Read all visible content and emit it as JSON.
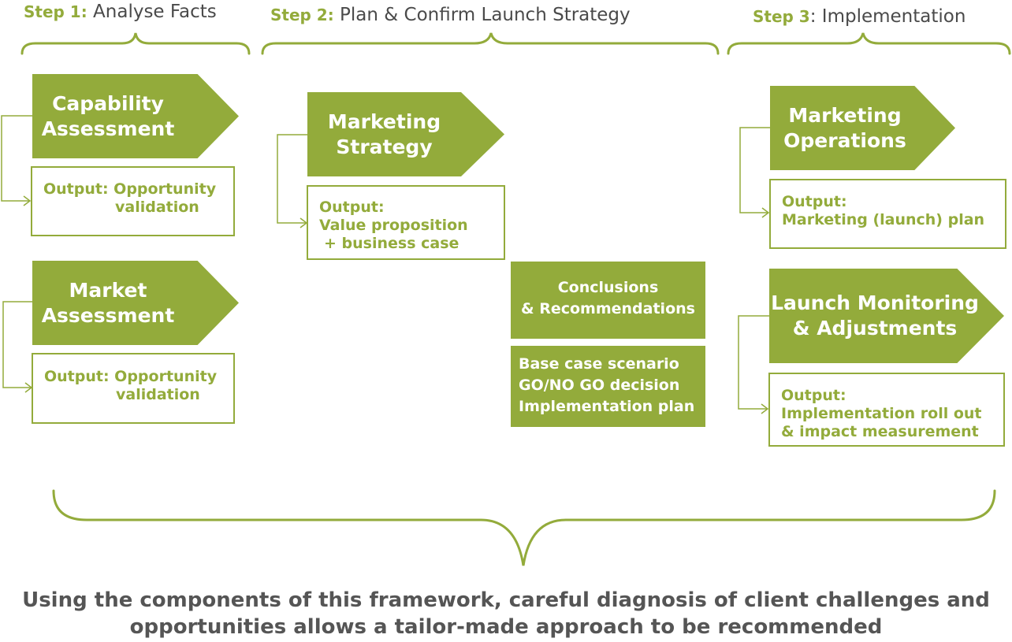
{
  "steps": [
    {
      "label": "Step 1:",
      "name": "Analyse Facts"
    },
    {
      "label": "Step 2:",
      "name": "Plan & Confirm Launch Strategy"
    },
    {
      "label": "Step 3",
      "name": ": Implementation"
    }
  ],
  "step1": {
    "capability": {
      "line1": "Capability",
      "line2": "Assessment"
    },
    "capability_output": {
      "line1": "Output: Opportunity",
      "line2": "validation"
    },
    "market": {
      "line1": "Market",
      "line2": "Assessment"
    },
    "market_output": {
      "line1": "Output: Opportunity",
      "line2": "validation"
    }
  },
  "step2": {
    "strategy": {
      "line1": "Marketing",
      "line2": "Strategy"
    },
    "strategy_output": {
      "line1": "Output:",
      "line2": "Value proposition",
      "line3": "+ business case"
    },
    "conclusions": {
      "line1": "Conclusions",
      "line2": "& Recommendations"
    },
    "decisions": {
      "line1": "Base case scenario",
      "line2": "GO/NO GO decision",
      "line3": "Implementation plan"
    }
  },
  "step3": {
    "operations": {
      "line1": "Marketing",
      "line2": "Operations"
    },
    "operations_output": {
      "line1": "Output:",
      "line2": "Marketing (launch) plan"
    },
    "monitoring": {
      "line1": "Launch Monitoring",
      "line2": "& Adjustments"
    },
    "monitoring_output": {
      "line1": "Output:",
      "line2": "Implementation roll out",
      "line3": "& impact measurement"
    }
  },
  "footer": {
    "line1": "Using the components of this framework, careful diagnosis of client challenges and",
    "line2": "opportunities allows a tailor-made approach to be recommended"
  },
  "colors": {
    "accent": "#93ab3b",
    "text": "#555555"
  }
}
